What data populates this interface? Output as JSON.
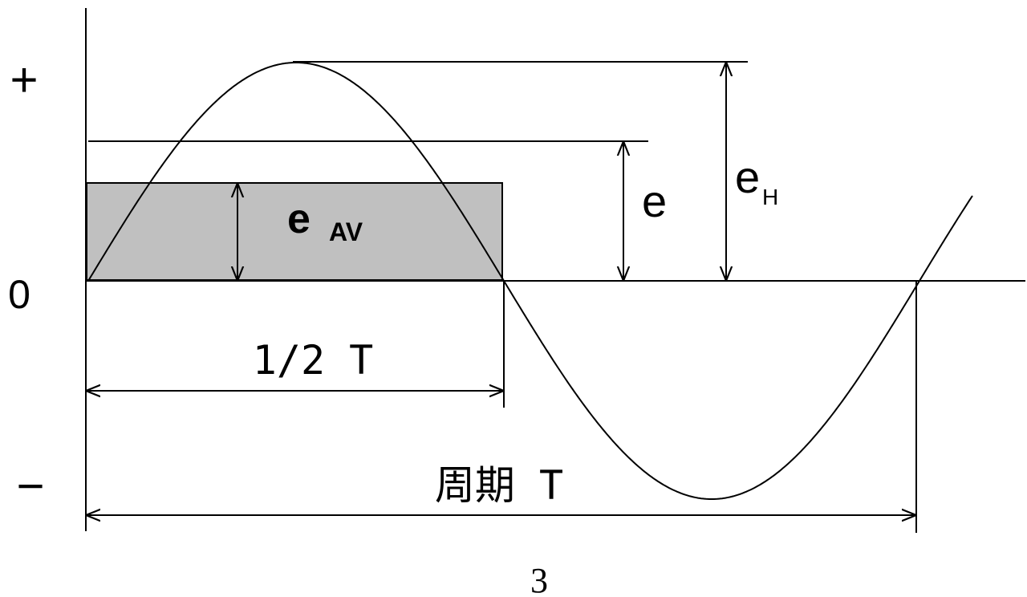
{
  "axis": {
    "plus": "+",
    "zero": "0",
    "minus": "−"
  },
  "labels": {
    "e_av_main": "e",
    "e_av_sub": "AV",
    "e": "e",
    "e_h_main": "e",
    "e_h_sub": "H",
    "half_period": "1/2 T",
    "period": "周期 T",
    "page_number": "3"
  },
  "colors": {
    "line": "#000000",
    "fill_rect": "#c0c0c0"
  }
}
